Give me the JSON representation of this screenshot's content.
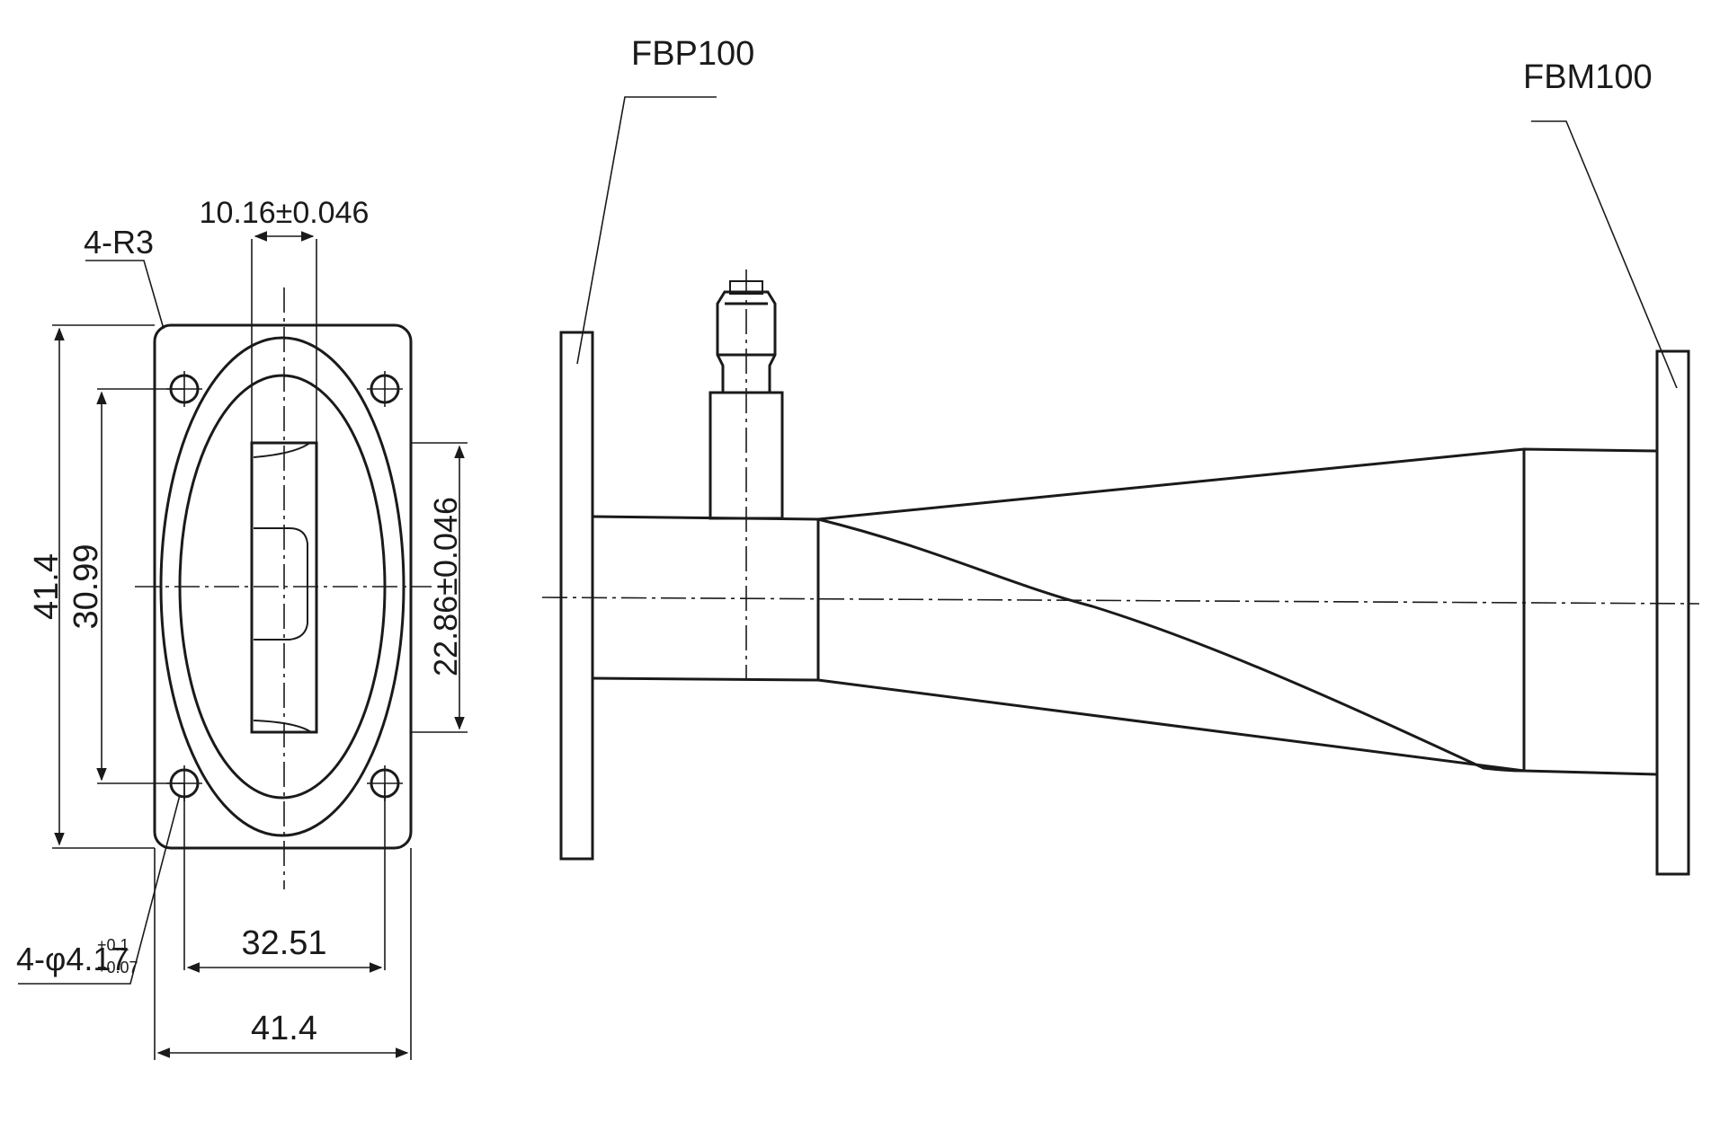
{
  "flange_end_view": {
    "label_radius": "4-R3",
    "label_slot_width": "10.16±0.046",
    "label_slot_height": "22.86±0.046",
    "label_overall_height": "41.4",
    "label_hole_pitch_vertical": "30.99",
    "label_hole_pitch_horizontal": "32.51",
    "label_overall_width": "41.4",
    "label_holes_prefix": "4-φ4.17",
    "label_holes_tol_upper": "+0.1",
    "label_holes_tol_lower": "+0.07"
  },
  "side_view": {
    "left_flange_label": "FBP100",
    "right_flange_label": "FBM100"
  }
}
